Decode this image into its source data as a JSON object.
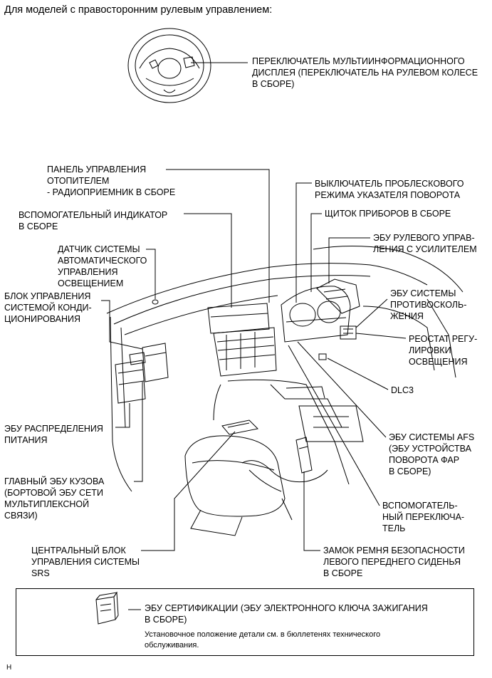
{
  "title": "Для моделей с правосторонним рулевым управлением:",
  "labels": {
    "multi_info_switch": "ПЕРЕКЛЮЧАТЕЛЬ МУЛЬТИИНФОРМАЦИОННОГО\nДИСПЛЕЯ (ПЕРЕКЛЮЧАТЕЛЬ НА РУЛЕВОМ КОЛЕСЕ\nВ СБОРЕ)",
    "heater_panel": "ПАНЕЛЬ УПРАВЛЕНИЯ\nОТОПИТЕЛЕМ\n - РАДИОПРИЕМНИК В СБОРЕ",
    "hazard_switch": "ВЫКЛЮЧАТЕЛЬ ПРОБЛЕСКОВОГО\nРЕЖИМА УКАЗАТЕЛЯ ПОВОРОТА",
    "aux_indicator": "ВСПОМОГАТЕЛЬНЫЙ ИНДИКАТОР\nВ СБОРЕ",
    "instrument_cluster": "ЩИТОК ПРИБОРОВ В СБОРЕ",
    "auto_light_sensor": "ДАТЧИК СИСТЕМЫ\nАВТОМАТИЧЕСКОГО\nУПРАВЛЕНИЯ\nОСВЕЩЕНИЕМ",
    "eps_ecu": "ЭБУ РУЛЕВОГО УПРАВ-\nЛЕНИЯ С УСИЛИТЕЛЕМ",
    "ac_amplifier": "БЛОК УПРАВЛЕНИЯ\nСИСТЕМОЙ КОНДИ-\nЦИОНИРОВАНИЯ",
    "pcs_ecu": "ЭБУ СИСТЕМЫ\nПРОТИВОСКОЛЬ-\nЖЕНИЯ",
    "rheostat": "РЕОСТАТ РЕГУ-\nЛИРОВКИ\nОСВЕЩЕНИЯ",
    "dlc3": "DLC3",
    "power_dist_ecu": "ЭБУ РАСПРЕДЕЛЕНИЯ\nПИТАНИЯ",
    "afs_ecu": "ЭБУ СИСТЕМЫ AFS\n(ЭБУ УСТРОЙСТВА\nПОВОРОТА ФАР\nВ СБОРЕ)",
    "main_body_ecu": "ГЛАВНЫЙ ЭБУ КУЗОВА\n(БОРТОВОЙ ЭБУ СЕТИ\nМУЛЬТИПЛЕКСНОЙ\nСВЯЗИ)",
    "aux_switch": "ВСПОМОГАТЕЛЬ-\nНЫЙ ПЕРЕКЛЮЧА-\nТЕЛЬ",
    "srs_center": "ЦЕНТРАЛЬНЫЙ БЛОК\nУПРАВЛЕНИЯ СИСТЕМЫ\nSRS",
    "seatbelt_buckle": "ЗАМОК РЕМНЯ БЕЗОПАСНОСТИ\nЛЕВОГО ПЕРЕДНЕГО СИДЕНЬЯ\nВ СБОРЕ"
  },
  "box": {
    "title": "ЭБУ СЕРТИФИКАЦИИ (ЭБУ ЭЛЕКТРОННОГО КЛЮЧА ЗАЖИГАНИЯ\nВ СБОРЕ)",
    "note": "Установочное положение детали см. в бюллетенях технического\nобслуживания."
  },
  "corner_mark": "H"
}
